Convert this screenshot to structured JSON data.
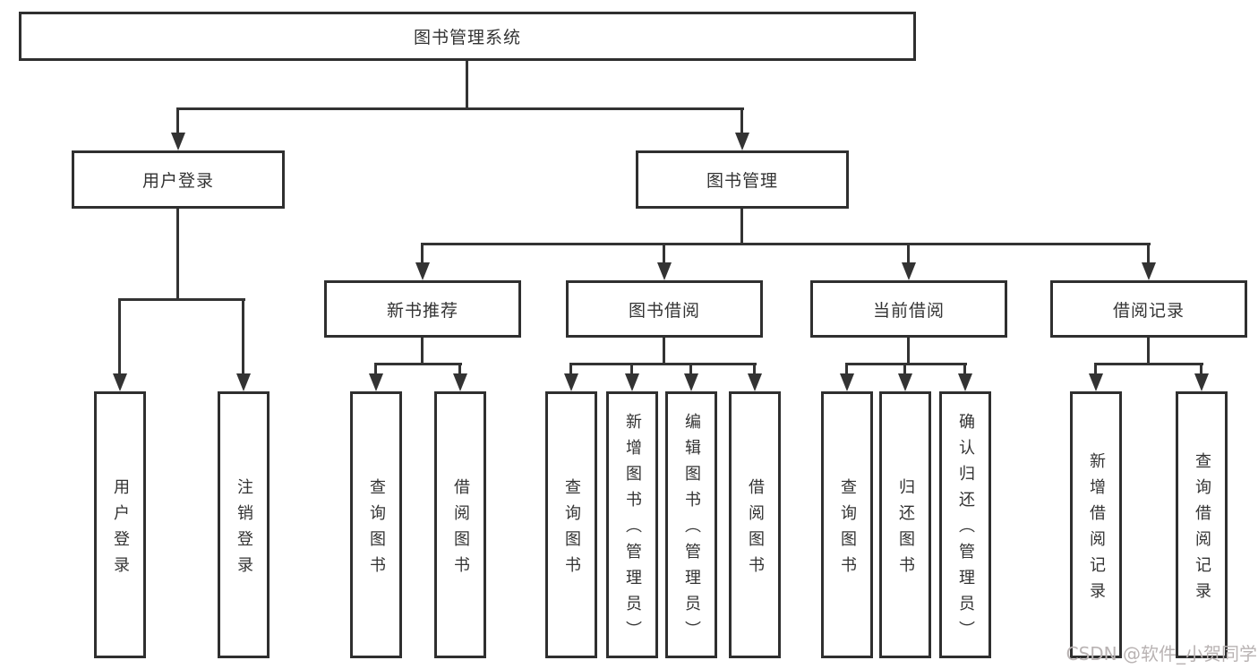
{
  "tree": {
    "root": "图书管理系统",
    "branches": [
      {
        "label": "用户登录",
        "children": [
          "用户登录",
          "注销登录"
        ]
      },
      {
        "label": "图书管理",
        "sections": [
          {
            "label": "新书推荐",
            "children": [
              "查询图书",
              "借阅图书"
            ]
          },
          {
            "label": "图书借阅",
            "children": [
              "查询图书",
              "新增图书（管理员）",
              "编辑图书（管理员）",
              "借阅图书"
            ]
          },
          {
            "label": "当前借阅",
            "children": [
              "查询图书",
              "归还图书",
              "确认归还（管理员）"
            ]
          },
          {
            "label": "借阅记录",
            "children": [
              "新增借阅记录",
              "查询借阅记录"
            ]
          }
        ]
      }
    ]
  },
  "watermark": "CSDN @软件_小贺同学",
  "colors": {
    "line": "#333333",
    "box_border": "#2f2f2f",
    "text": "#333333",
    "watermark": "#b9b3b3",
    "background": "#ffffff"
  }
}
